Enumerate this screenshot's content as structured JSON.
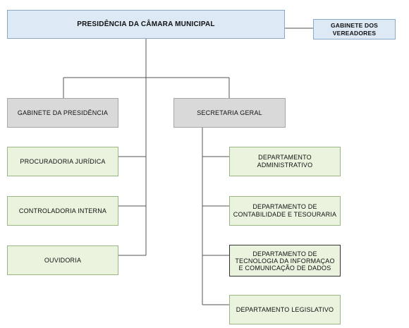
{
  "org_chart": {
    "root": {
      "label": "PRESIDÊNCIA DA CÂMARA MUNICIPAL"
    },
    "side": {
      "label": "GABINETE DOS\nVEREADORES"
    },
    "level1": [
      {
        "label": "GABINETE DA PRESIDÊNCIA"
      },
      {
        "label": "SECRETARIA GERAL"
      }
    ],
    "left_units": [
      {
        "label": "PROCURADORIA JURÍDICA"
      },
      {
        "label": "CONTROLADORIA INTERNA"
      },
      {
        "label": "OUVIDORIA"
      }
    ],
    "right_units": [
      {
        "label": "DEPARTAMENTO ADMINISTRATIVO"
      },
      {
        "label": "DEPARTAMENTO DE\nCONTABILIDADE E TESOURARIA"
      },
      {
        "label": "DEPARTAMENTO DE\nTECNOLOGIA DA INFORMAÇAO\nE COMUNICAÇÃO DE DADOS"
      },
      {
        "label": "DEPARTAMENTO LEGISLATIVO"
      }
    ],
    "colors": {
      "root_fill": "#dde9f5",
      "level1_fill": "#d9d9d9",
      "unit_fill": "#e9f3de",
      "connector": "#555555"
    }
  }
}
